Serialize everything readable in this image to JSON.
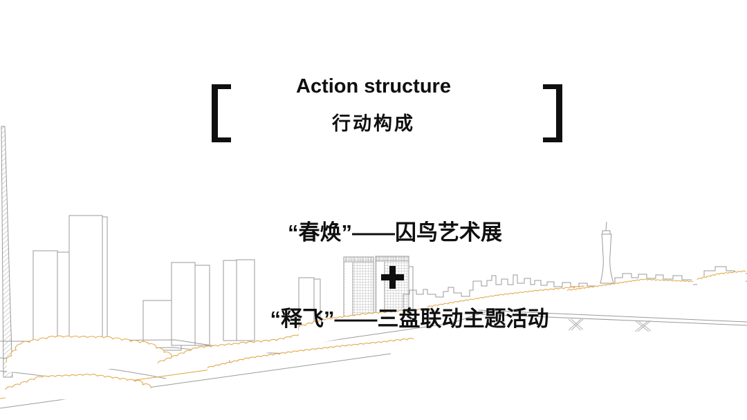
{
  "title": {
    "en": "Action structure",
    "zh": "行动构成"
  },
  "content": {
    "line1": "“春焕”——囚鸟艺术展",
    "plus": "+",
    "line2": "“释飞”——三盘联动主题活动"
  },
  "colors": {
    "ink": "#0f0f0f",
    "gray": "#9a9a9a",
    "gray2": "#b3b3b3",
    "orange": "#e2aa4e"
  },
  "illustration": {
    "description": "outline sketch of riverside city skyline",
    "landmarks": [
      "tapered-hatched-skyscraper",
      "twin-grid-towers",
      "canton-tower",
      "riverside-road",
      "bridge-with-x-piers",
      "tree-lines"
    ]
  }
}
